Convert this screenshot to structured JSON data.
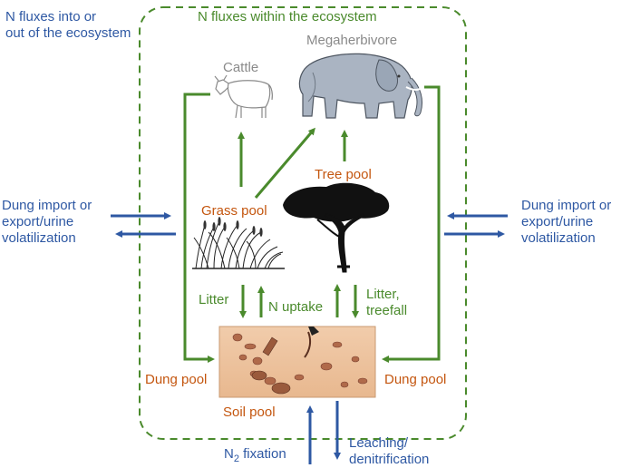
{
  "colors": {
    "blue": "#2e58a3",
    "green": "#4a8a2c",
    "orange": "#c4560f",
    "grey": "#8a8a8a",
    "dash_border": "#4a8a2c"
  },
  "outer_label": {
    "line1": "N fluxes into or",
    "line2": "out of the ecosystem"
  },
  "inner_title": "N fluxes within the ecosystem",
  "animals": {
    "cattle": "Cattle",
    "megaherbivore": "Megaherbivore"
  },
  "pools": {
    "tree": "Tree pool",
    "grass": "Grass pool",
    "soil": "Soil pool",
    "dung_left": "Dung pool",
    "dung_right": "Dung pool"
  },
  "fluxes": {
    "litter": "Litter",
    "n_uptake": "N uptake",
    "litter_treefall_1": "Litter,",
    "litter_treefall_2": "treefall",
    "dung_left_1": "Dung import or",
    "dung_left_2": "export/urine",
    "dung_left_3": "volatilization",
    "dung_right_1": "Dung import or",
    "dung_right_2": "export/urine",
    "dung_right_3": "volatilization",
    "n2_fixation_prefix": "N",
    "n2_fixation_sub": "2",
    "n2_fixation_suffix": " fixation",
    "leaching_1": "Leaching/",
    "leaching_2": "denitrification"
  },
  "icons": [
    "cattle-icon",
    "elephant-icon",
    "acacia-tree-icon",
    "grass-icon",
    "soil-icon"
  ]
}
